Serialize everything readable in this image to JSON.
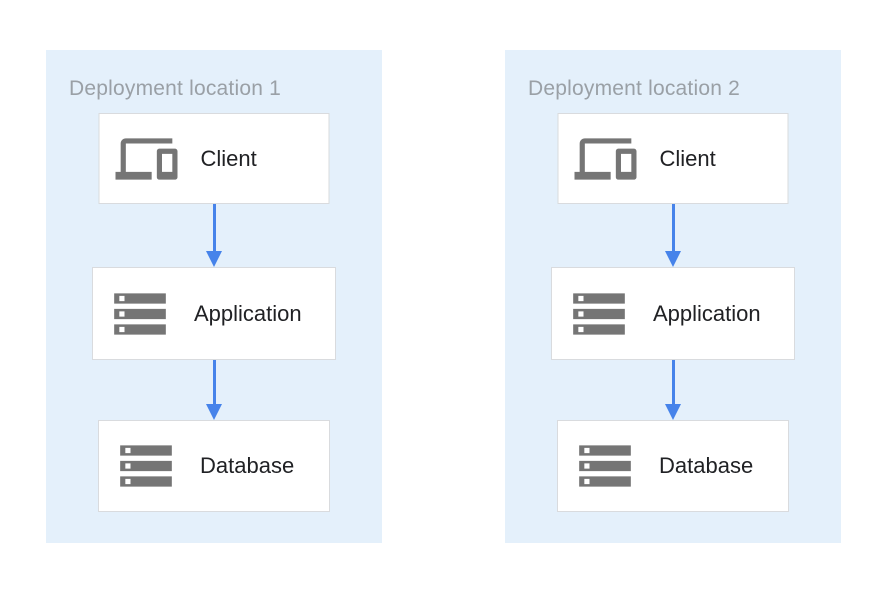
{
  "diagram": {
    "colors": {
      "panel_background": "#e4f0fb",
      "node_background": "#ffffff",
      "node_border": "#d9dbde",
      "icon_gray": "#757575",
      "label_text": "#202124",
      "title_text": "#9aa0a6",
      "arrow_blue": "#4683ea"
    },
    "locations": [
      {
        "title": "Deployment location 1",
        "nodes": [
          {
            "label": "Client",
            "icon": "devices-icon"
          },
          {
            "label": "Application",
            "icon": "storage-icon"
          },
          {
            "label": "Database",
            "icon": "storage-icon"
          }
        ]
      },
      {
        "title": "Deployment location 2",
        "nodes": [
          {
            "label": "Client",
            "icon": "devices-icon"
          },
          {
            "label": "Application",
            "icon": "storage-icon"
          },
          {
            "label": "Database",
            "icon": "storage-icon"
          }
        ]
      }
    ]
  }
}
